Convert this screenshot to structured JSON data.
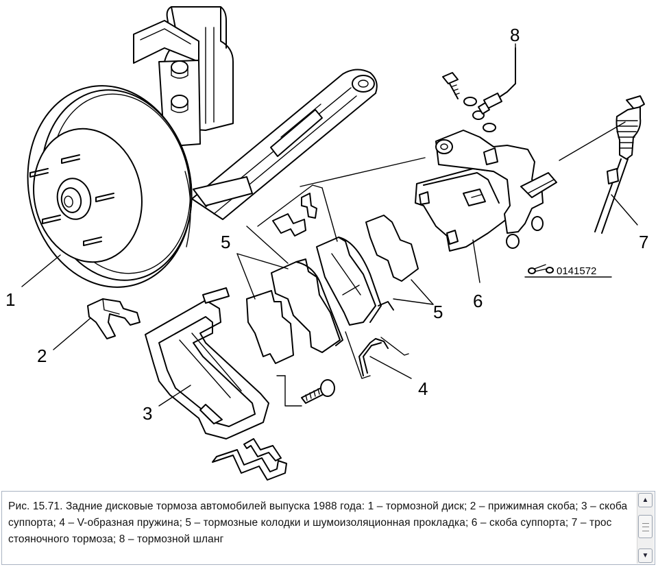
{
  "figure": {
    "labels": {
      "l1": "1",
      "l2": "2",
      "l3": "3",
      "l4": "4",
      "l5a": "5",
      "l5b": "5",
      "l6": "6",
      "l7": "7",
      "l8": "8"
    },
    "image_code": "0141572"
  },
  "caption": {
    "text": "Рис. 15.71. Задние дисковые тормоза автомобилей выпуска 1988 года: 1 – тормозной диск; 2 – прижимная скоба; 3 – скоба суппорта; 4 – V-образная пружина; 5 – тормозные колодки и шумоизоляционная прокладка; 6 – скоба суппорта; 7 – трос стояночного тормоза; 8 – тормозной шланг"
  },
  "scrollbar": {
    "up_icon": "▲",
    "down_icon": "▼"
  }
}
